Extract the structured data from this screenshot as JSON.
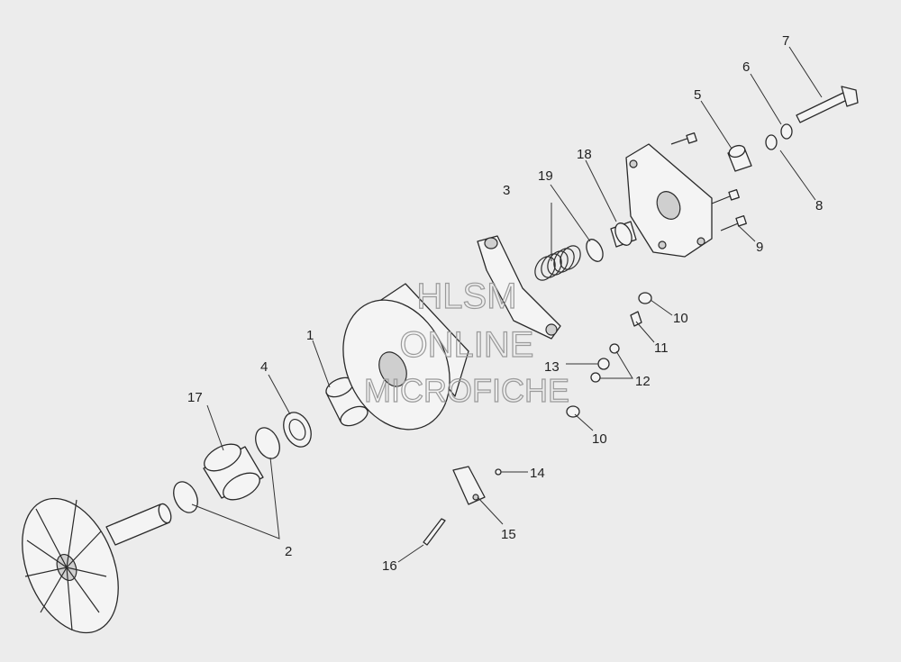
{
  "callouts": {
    "c1": "1",
    "c2": "2",
    "c3": "3",
    "c4": "4",
    "c5": "5",
    "c6": "6",
    "c7": "7",
    "c8": "8",
    "c9": "9",
    "c10a": "10",
    "c10b": "10",
    "c11": "11",
    "c12": "12",
    "c13": "13",
    "c14": "14",
    "c15": "15",
    "c16": "16",
    "c17": "17",
    "c18": "18",
    "c19": "19"
  },
  "watermark": {
    "line1": "HLSM",
    "line2": "ONLINE",
    "line3": "MICROFICHE"
  }
}
